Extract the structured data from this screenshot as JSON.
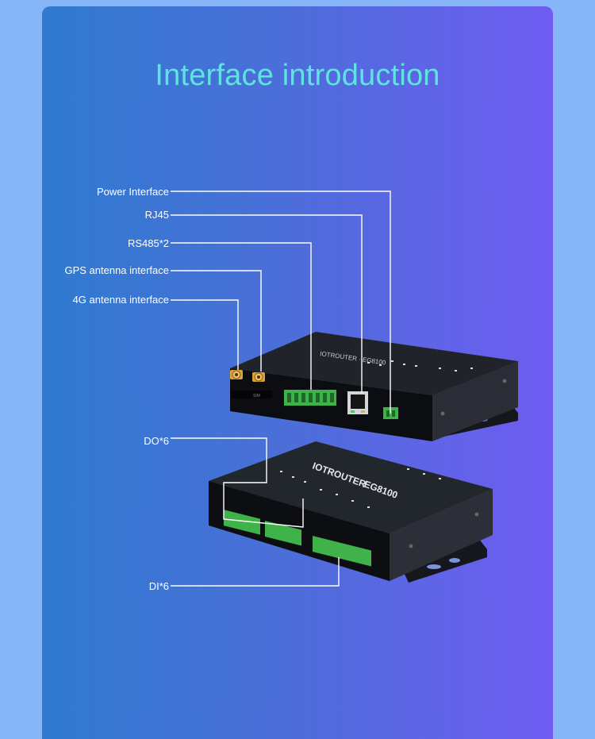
{
  "title": "Interface introduction",
  "labels": {
    "power": "Power Interface",
    "rj45": "RJ45",
    "rs485": "RS485*2",
    "gps": "GPS antenna interface",
    "antenna4g": "4G antenna interface",
    "do": "DO*6",
    "di": "DI*6"
  },
  "device": {
    "brand_text": "IOTROUTER",
    "model_text": "EG8100"
  },
  "colors": {
    "title": "#5fe3e0",
    "terminal": "#3fb24a",
    "device_body": "#1a1d24",
    "antenna_gold": "#d9a33a"
  }
}
